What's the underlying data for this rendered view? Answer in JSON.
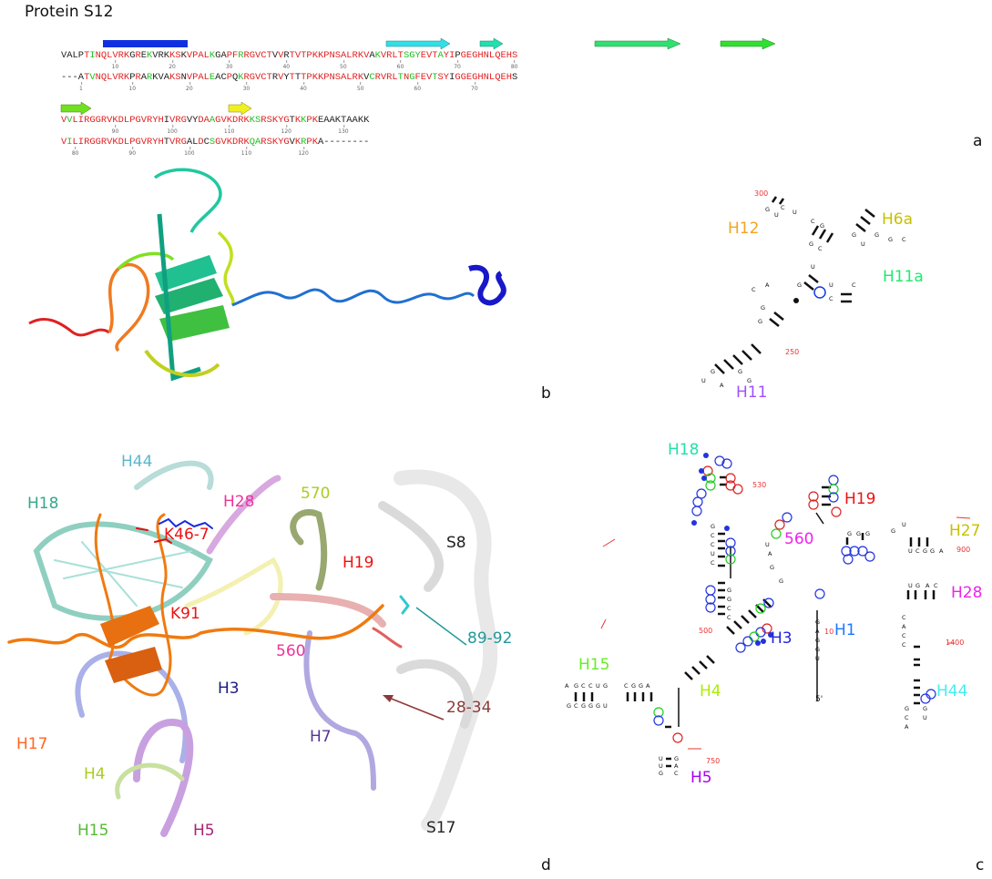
{
  "title": "Protein S12",
  "panel_letters": {
    "a": "a",
    "b": "b",
    "c": "c",
    "d": "d"
  },
  "alignment": {
    "blocks": [
      {
        "rows": [
          {
            "seq": "VALPTINQLVRKGREKVRKKSKVPALKGAPFRRGVCTVVRTVTPKKPNSALRKVAKVRLTSGYEVTAYIPGEGHNLQEHS",
            "mask": "kkkkrgrrrrrrkrkgkkkrrkrrrrgkkrrgrrrrrkrkrrrrrrrrrrrrrrkgrrrrgggrrrgrrkrrrrrrrrrr",
            "ticks": [
              {
                "label": "10",
                "idx": 9
              },
              {
                "label": "20",
                "idx": 19
              },
              {
                "label": "30",
                "idx": 29
              },
              {
                "label": "40",
                "idx": 39
              },
              {
                "label": "50",
                "idx": 49
              },
              {
                "label": "60",
                "idx": 59
              },
              {
                "label": "70",
                "idx": 69
              },
              {
                "label": "80",
                "idx": 79
              }
            ]
          },
          {
            "seq": "---ATVNQLVRKPRARKVAKSNVPALEACPQKRGVCTRVYTTTPKKPNSALRKVCRVRLTNGFEVTSYIGGEGHNLQEHS",
            "mask": "kkkkrgrrrrrrkrkgkkkrrkrrrrgkkrkgrrrrrkrkrkrrrrrrrrrrrkgrrrrgrgrrrgrrkrrrrrrrrrr",
            "ticks": [
              {
                "label": "1",
                "idx": 3
              },
              {
                "label": "10",
                "idx": 12
              },
              {
                "label": "20",
                "idx": 22
              },
              {
                "label": "30",
                "idx": 32
              },
              {
                "label": "40",
                "idx": 42
              },
              {
                "label": "50",
                "idx": 52
              },
              {
                "label": "60",
                "idx": 62
              },
              {
                "label": "70",
                "idx": 72
              }
            ]
          }
        ]
      },
      {
        "rows": [
          {
            "seq": "VVLIRGGRVKDLPGVRYHIVRGVYDAAGVKDRKKSRSKYGTKKPKEAAKTAAKK",
            "mask": "rgrrrrrrrrrrrrrrrrkrrrkkrrgrrrrrrggrrrrrkrgrrkkkkkkkkk",
            "ticks": [
              {
                "label": "90",
                "idx": 9
              },
              {
                "label": "100",
                "idx": 19
              },
              {
                "label": "110",
                "idx": 29
              },
              {
                "label": "120",
                "idx": 39
              },
              {
                "label": "130",
                "idx": 49
              }
            ]
          },
          {
            "seq": "VILIRGGRVKDLPGVRYHTVRGALDCSGVKDRKQARSKYGVKRPKA--------",
            "mask": "rgrrrrrrrrrrrrrrrrkrrrkkrkgrrrrrrggrrrrrkrgrrkkkkkkkkk",
            "ticks": [
              {
                "label": "80",
                "idx": 2
              },
              {
                "label": "90",
                "idx": 12
              },
              {
                "label": "100",
                "idx": 22
              },
              {
                "label": "110",
                "idx": 32
              },
              {
                "label": "120",
                "idx": 42
              }
            ]
          }
        ]
      }
    ]
  },
  "panel_c_top": {
    "labels": {
      "h12": "H12",
      "h6a": "H6a",
      "h11a": "H11a",
      "h11": "H11"
    },
    "numbers": {
      "n300": "300",
      "n250": "250"
    }
  },
  "panel_c": {
    "labels": {
      "h18": "H18",
      "h19": "H19",
      "n560": "560",
      "h27": "H27",
      "h28": "H28",
      "h1": "H1",
      "h3": "H3",
      "h15": "H15",
      "h4": "H4",
      "h44": "H44",
      "h5": "H5"
    },
    "numbers": {
      "n530": "530",
      "n900": "900",
      "n500": "500",
      "n10": "10",
      "n1400": "1400",
      "n750": "750",
      "five_prime": "5'"
    }
  },
  "panel_d": {
    "labels": {
      "h44": "H44",
      "h18": "H18",
      "h28": "H28",
      "n570": "570",
      "k46": "K46-7",
      "s8": "S8",
      "h19": "H19",
      "k91": "K91",
      "r89": "89-92",
      "n560": "560",
      "h3": "H3",
      "r28": "28-34",
      "h7": "H7",
      "h17": "H17",
      "h4": "H4",
      "s17": "S17",
      "h15": "H15",
      "h5": "H5"
    }
  },
  "colors": {
    "identical": "#e02020",
    "similar": "#20c020",
    "other": "#222222"
  }
}
